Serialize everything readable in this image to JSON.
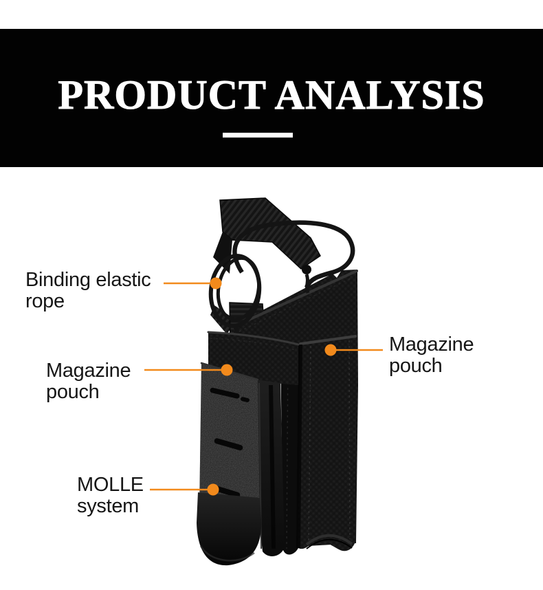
{
  "header": {
    "title": "PRODUCT ANALYSIS",
    "background_color": "#020202",
    "text_color": "#ffffff"
  },
  "accent_color": "#F28A1C",
  "product": {
    "name": "tactical-molle-magazine-pouch-photo",
    "base_color": "#161616"
  },
  "callouts": [
    {
      "id": "binding-elastic-rope",
      "line1": "Binding elastic",
      "line2": "rope",
      "side": "left"
    },
    {
      "id": "magazine-pouch-right",
      "line1": "Magazine",
      "line2": "pouch",
      "side": "right"
    },
    {
      "id": "magazine-pouch-left",
      "line1": "Magazine",
      "line2": "pouch",
      "side": "left"
    },
    {
      "id": "molle-system",
      "line1": "MOLLE",
      "line2": "system",
      "side": "left"
    }
  ]
}
